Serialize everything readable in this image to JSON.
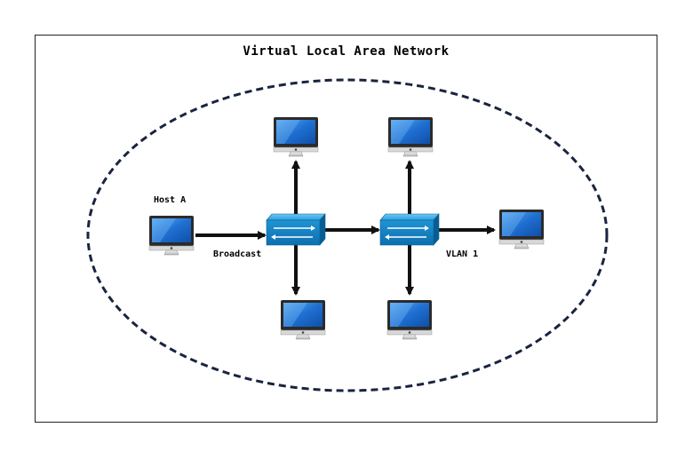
{
  "title": "Virtual Local Area Network",
  "labels": {
    "host": "Host A",
    "broadcast": "Broadcast",
    "vlan": "VLAN 1"
  },
  "colors": {
    "boundary": "#1a2340",
    "switch": "#1e8fd0",
    "screen": "#1f6fd1",
    "arrow": "#111111"
  },
  "nodes": {
    "hosts": [
      "host-a",
      "pc-top-left",
      "pc-top-right",
      "pc-right",
      "pc-bottom-left",
      "pc-bottom-right"
    ],
    "switches": [
      "switch-1",
      "switch-2"
    ]
  }
}
